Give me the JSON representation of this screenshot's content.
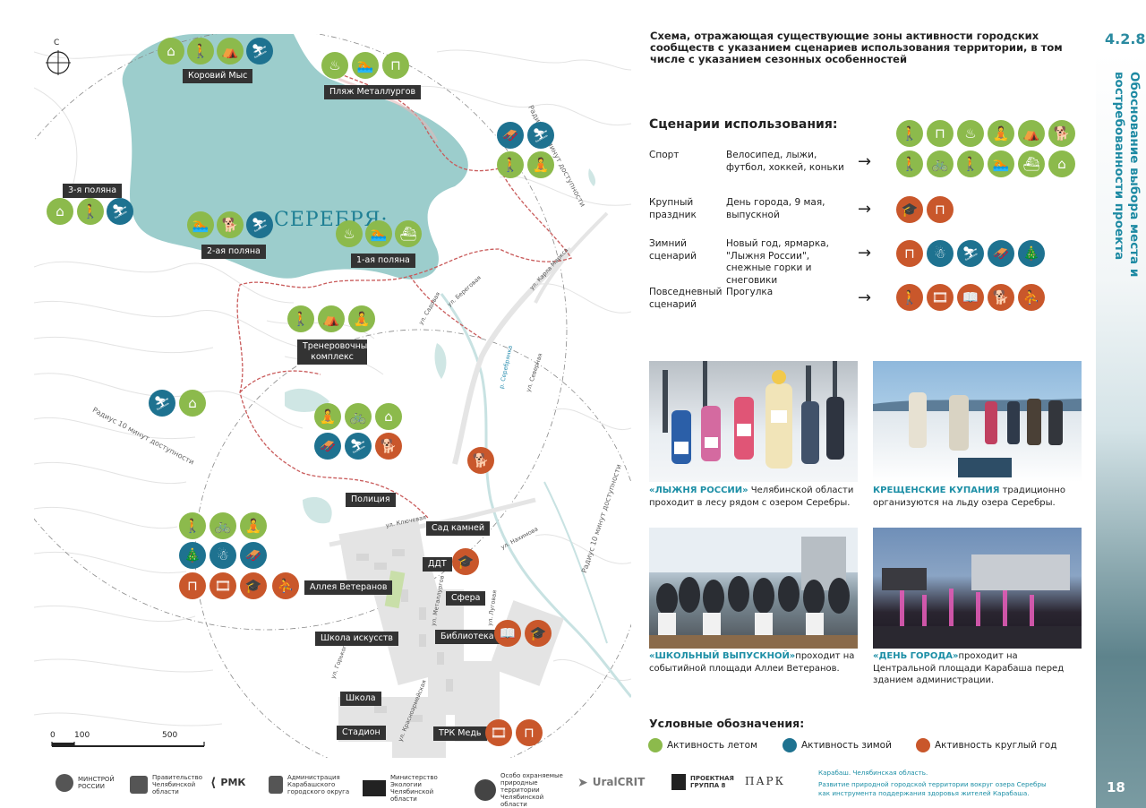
{
  "description": "Схема, отражающая существующие зоны активности городских сообществ с указанием сценариев использования территории, в том числе с указанием сезонных особенностей",
  "section_number": "4.2.8",
  "vertical_title": "Обоснование выбора места и востребованности проекта",
  "page_number": "18",
  "map": {
    "compass": "С",
    "lake_name": "·СЕРЕБРЯ·",
    "places": {
      "korovy_mys": "Коровий Мыс",
      "plyazh": "Пляж Металлургов",
      "polyana3": "3-я поляна",
      "polyana2": "2-ая поляна",
      "polyana1": "1-ая поляна",
      "trenirovochny": "Тренеровочный комплекс",
      "policiya": "Полиция",
      "sad_kamney": "Сад камней",
      "ddt": "ДДТ",
      "alleya": "Аллея Ветеранов",
      "sfera": "Сфера",
      "shkola_iskusstv": "Школа искусств",
      "biblioteka": "Библиотека",
      "shkola": "Школа",
      "stadion": "Стадион",
      "trk": "ТРК Медь"
    },
    "radius_label": "Радиус 10 минут доступности",
    "streets": {
      "karla_marksa": "ул. Карла Маркса",
      "beregovaya": "ул. Береговая",
      "sadovaya": "ул. Садовая",
      "ser_river": "р. Серебрянка",
      "severnaya": "ул. Северная",
      "klyuchevaya": "ул. Ключевая",
      "nakhimova": "ул. Нахимова",
      "metallurgov": "ул. Металлургов",
      "lugovaya": "ул. Луговая",
      "gorkogo": "ул. Горького",
      "krasnoarmeyskaya": "ул. Красноармейская"
    },
    "scale": {
      "zero": "0",
      "mid": "100",
      "end": "500"
    }
  },
  "scenarios": {
    "title": "Сценарии использования:",
    "rows": [
      {
        "name": "Спорт",
        "desc": "Велосипед, лыжи, футбол, хоккей, коньки"
      },
      {
        "name": "Крупный праздник",
        "desc": "День города, 9 мая, выпускной"
      },
      {
        "name": "Зимний сценарий",
        "desc": "Новый год, ярмарка, \"Лыжня России\", снежные горки и снеговики"
      },
      {
        "name": "Повседневный сценарий",
        "desc": "Прогулка"
      }
    ],
    "arrow": "→"
  },
  "photos": [
    {
      "highlight": "«ЛЫЖНЯ РОССИИ»",
      "rest": " Челябинской области проходит в лесу рядом с озером Серебры."
    },
    {
      "highlight": "КРЕЩЕНСКИЕ КУПАНИЯ",
      "rest": " традиционно организуются на льду озера Серебры."
    },
    {
      "highlight": "«ШКОЛЬНЫЙ ВЫПУСКНОЙ»",
      "rest": "проходит на событийной площади Аллеи Ветеранов."
    },
    {
      "highlight": "«ДЕНЬ ГОРОДА»",
      "rest": "проходит на Центральной площади Карабаша перед зданием администрации."
    }
  ],
  "legend": {
    "title": "Условные обозначения:",
    "summer": "Активность летом",
    "winter": "Активность зимой",
    "year": "Активность круглый год",
    "colors": {
      "summer": "#8cba4c",
      "winter": "#1e7290",
      "year": "#c9572b"
    }
  },
  "logos": {
    "minstroy": "МИНСТРОЙ РОССИИ",
    "pravitelstvo": "Правительство Челябинской области",
    "rmk": "РМК",
    "administraciya": "Администрация Карабашского городского округа",
    "minekologii": "Министерство Экологии Челябинской области",
    "oopt": "Особо охраняемые природные территории Челябинской области",
    "uralcrit": "UralCRIT",
    "proektnaya": "ПРОЕКТНАЯ ГРУППА 8",
    "park": "ПАРК"
  },
  "footer": {
    "line1": "Карабаш. Челябинская область.",
    "line2": "Развитие природной городской территории вокруг озера Серебры",
    "line3": "как инструмента поддержания здоровья жителей Карабаша."
  },
  "icons": {
    "hiking": "🚶",
    "tent": "⛺",
    "ski": "⛷",
    "bbq": "♨",
    "swim": "🏊",
    "picnic": "⊓",
    "sled": "🛷",
    "stretch": "🧘",
    "dog": "🐕",
    "bike": "🚲",
    "boat": "⛴",
    "hut": "⌂",
    "tree": "🎄",
    "snowman": "☃",
    "stall": "⊓",
    "film": "🎞",
    "cap": "🎓",
    "book": "📖",
    "skate": "⛸",
    "walk": "🚶",
    "play": "⛹"
  }
}
